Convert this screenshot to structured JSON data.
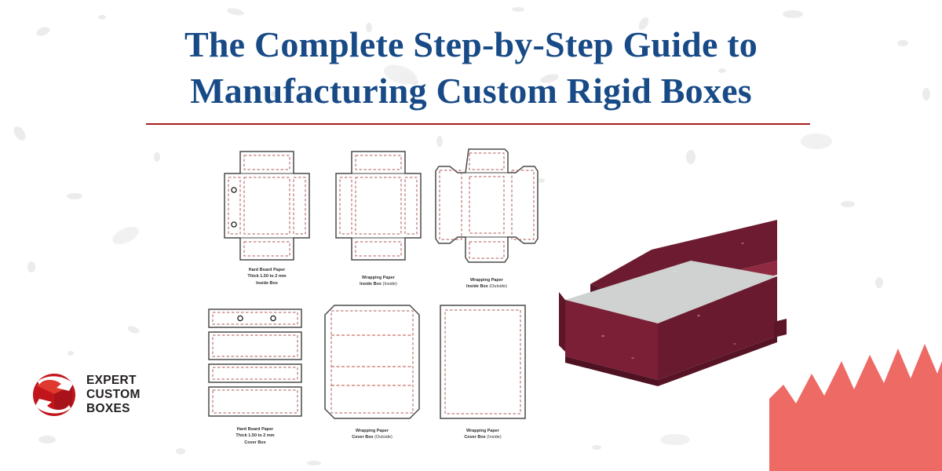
{
  "page": {
    "background_color": "#ffffff",
    "accent_blue": "#174a86",
    "accent_red": "#a81f1f",
    "coral": "#ed6a65",
    "box_burgundy": "#7a1f35",
    "dieline_cut_color": "#4a4a4a",
    "dieline_crease_color": "#b05a5a"
  },
  "title": {
    "line1": "The Complete Step-by-Step Guide to",
    "line2": "Manufacturing Custom Rigid Boxes"
  },
  "logo": {
    "icon_name": "expert-custom-boxes-logo-mark",
    "line1": "EXPERT",
    "line2": "CUSTOM",
    "line3": "BOXES"
  },
  "dielines": [
    {
      "id": "inside-box-hardboard",
      "shape": "cross",
      "has_magnet_holes": true,
      "caption_line1": "Hard Board Paper",
      "caption_line2": "Thick 1.50 to 2 mm",
      "caption_line3": "Inside Box",
      "caption_suffix": ""
    },
    {
      "id": "inside-box-wrapping-inside",
      "shape": "cross",
      "has_magnet_holes": false,
      "caption_line1": "Wrapping Paper",
      "caption_line2": "Inside Box",
      "caption_line3": "",
      "caption_suffix": "(Inside)"
    },
    {
      "id": "inside-box-wrapping-outside",
      "shape": "cross-tapered",
      "has_magnet_holes": false,
      "caption_line1": "Wrapping Paper",
      "caption_line2": "Inside Box",
      "caption_line3": "",
      "caption_suffix": "(Outside)"
    },
    {
      "id": "cover-box-hardboard",
      "shape": "strips",
      "has_magnet_holes": true,
      "caption_line1": "Hard Board Paper",
      "caption_line2": "Thick 1.50 to 2 mm",
      "caption_line3": "Cover Box",
      "caption_suffix": ""
    },
    {
      "id": "cover-box-wrapping-outside",
      "shape": "octagon",
      "has_magnet_holes": false,
      "caption_line1": "Wrapping Paper",
      "caption_line2": "Cover Box",
      "caption_line3": "",
      "caption_suffix": "(Outside)"
    },
    {
      "id": "cover-box-wrapping-inside",
      "shape": "rectangle",
      "has_magnet_holes": false,
      "caption_line1": "Wrapping Paper",
      "caption_line2": "Cover Box",
      "caption_line3": "",
      "caption_suffix": "(Inside)"
    }
  ],
  "product_render": {
    "name": "open-magnetic-rigid-box",
    "body_color": "#7a1f35",
    "lid_color": "#6d1b30",
    "interior_color": "#cfd2d0"
  },
  "decoration": {
    "coral_burst_name": "coral-zigzag-corner-shape"
  }
}
